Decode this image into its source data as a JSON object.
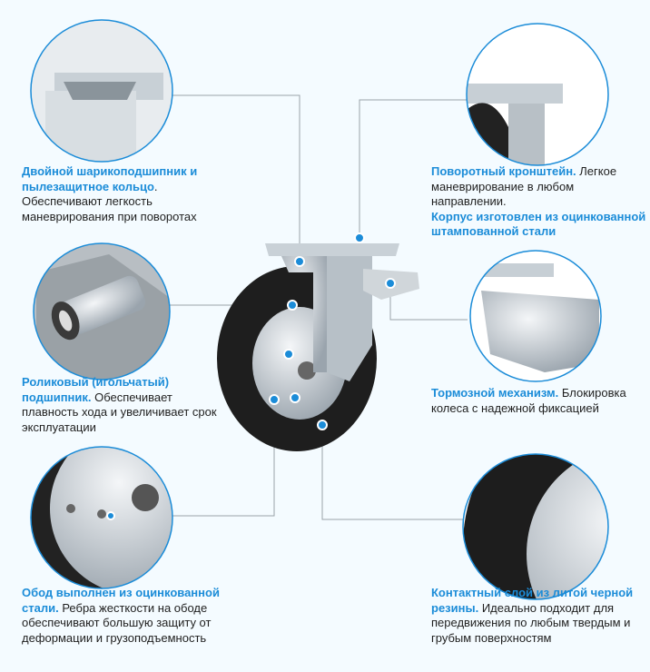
{
  "features": [
    {
      "title": "Двойной шарикоподшипник и пылезащитное кольцо",
      "sep": ".",
      "text": " Обеспечивают легкость маневрирования при поворотах"
    },
    {
      "title": "Поворотный кронштейн.",
      "text": " Легкое маневрирование в любом направлении.",
      "title2": "Корпус изготовлен из оцинкованной штампованной стали"
    },
    {
      "title": "Роликовый (игольчатый) подшипник.",
      "text": " Обеспечивает плавность хода и увеличивает срок эксплуатации"
    },
    {
      "title": "Тормозной механизм.",
      "text": " Блокировка колеса с надежной фиксацией"
    },
    {
      "title": "Обод выполнен из оцинкованной стали.",
      "text": " Ребра жесткости на ободе обеспечивают большую защиту от деформации и грузоподъемность"
    },
    {
      "title": "Контактный слой из литой черной резины.",
      "text": " Идеально подходит для передвижения по любым твердым и грубым поверхностям"
    }
  ],
  "colors": {
    "accent": "#1b8cd8",
    "background": "#f4fbff",
    "line": "#9aa3aa"
  }
}
